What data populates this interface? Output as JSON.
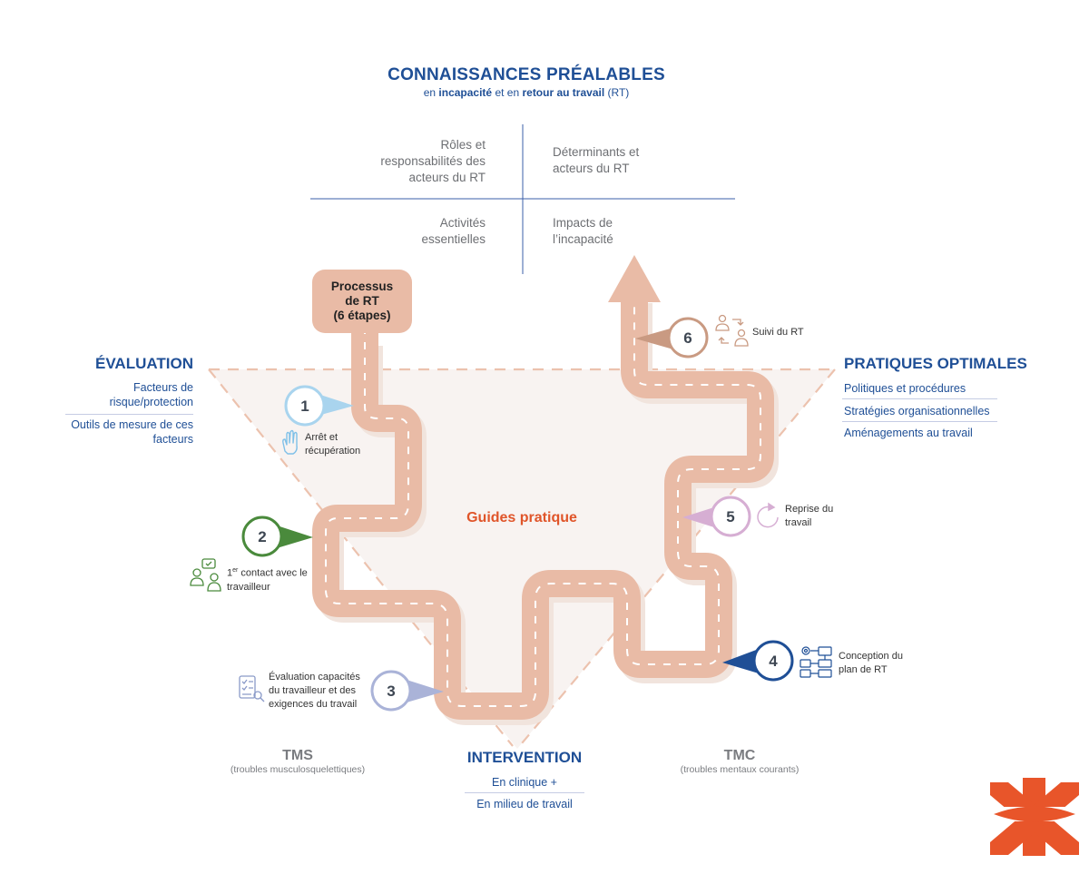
{
  "header": {
    "title": "CONNAISSANCES PRÉALABLES",
    "subtitle_part1": "en ",
    "subtitle_bold1": "incapacité",
    "subtitle_part2": " et en ",
    "subtitle_bold2": "retour au travail",
    "subtitle_part3": " (RT)"
  },
  "quadrants": {
    "top_left": "Rôles et responsabilités des acteurs du RT",
    "top_right": "Déterminants et acteurs du RT",
    "bottom_left": "Activités essentielles",
    "bottom_right": "Impacts de l’incapacité"
  },
  "process": {
    "line1": "Processus",
    "line2": "de RT",
    "line3": "(6 étapes)"
  },
  "evaluation": {
    "title": "ÉVALUATION",
    "items": [
      "Facteurs de risque/protection",
      "Outils de mesure de ces facteurs"
    ]
  },
  "pratiques": {
    "title": "PRATIQUES OPTIMALES",
    "items": [
      "Politiques et procédures",
      "Stratégies organisationnelles",
      "Aménagements au travail"
    ]
  },
  "intervention": {
    "title": "INTERVENTION",
    "items": [
      "En clinique +",
      "En milieu de travail"
    ]
  },
  "guides": "Guides pratique",
  "tms": {
    "label": "TMS",
    "sub": "(troubles musculosquelettiques)"
  },
  "tmc": {
    "label": "TMC",
    "sub": "(troubles mentaux courants)"
  },
  "steps": [
    {
      "number": "1",
      "label": "Arrêt et récupération",
      "color": "#a9d4ee",
      "icon": "hand-icon"
    },
    {
      "number": "2",
      "label_sup_pre": "1",
      "label_sup": "er",
      "label_rest": " contact avec le travailleur",
      "color": "#4a8a3c",
      "icon": "people-contact-icon"
    },
    {
      "number": "3",
      "label": "Évaluation capacités du travailleur et des exigences du travail",
      "color": "#aab3d8",
      "icon": "checklist-icon"
    },
    {
      "number": "4",
      "label": "Conception du plan de RT",
      "color": "#1f4f96",
      "icon": "plan-flowchart-icon"
    },
    {
      "number": "5",
      "label": "Reprise du travail",
      "color": "#d6aed3",
      "icon": "cycle-icon"
    },
    {
      "number": "6",
      "label": "Suivi du RT",
      "color": "#c99a82",
      "icon": "followup-icon"
    }
  ],
  "colors": {
    "accent_blue": "#1f4f96",
    "road": "#e9bba6",
    "triangle_fill": "#f8f3f1",
    "dashed_line": "#ecc2ae",
    "logo": "#e8552a"
  }
}
